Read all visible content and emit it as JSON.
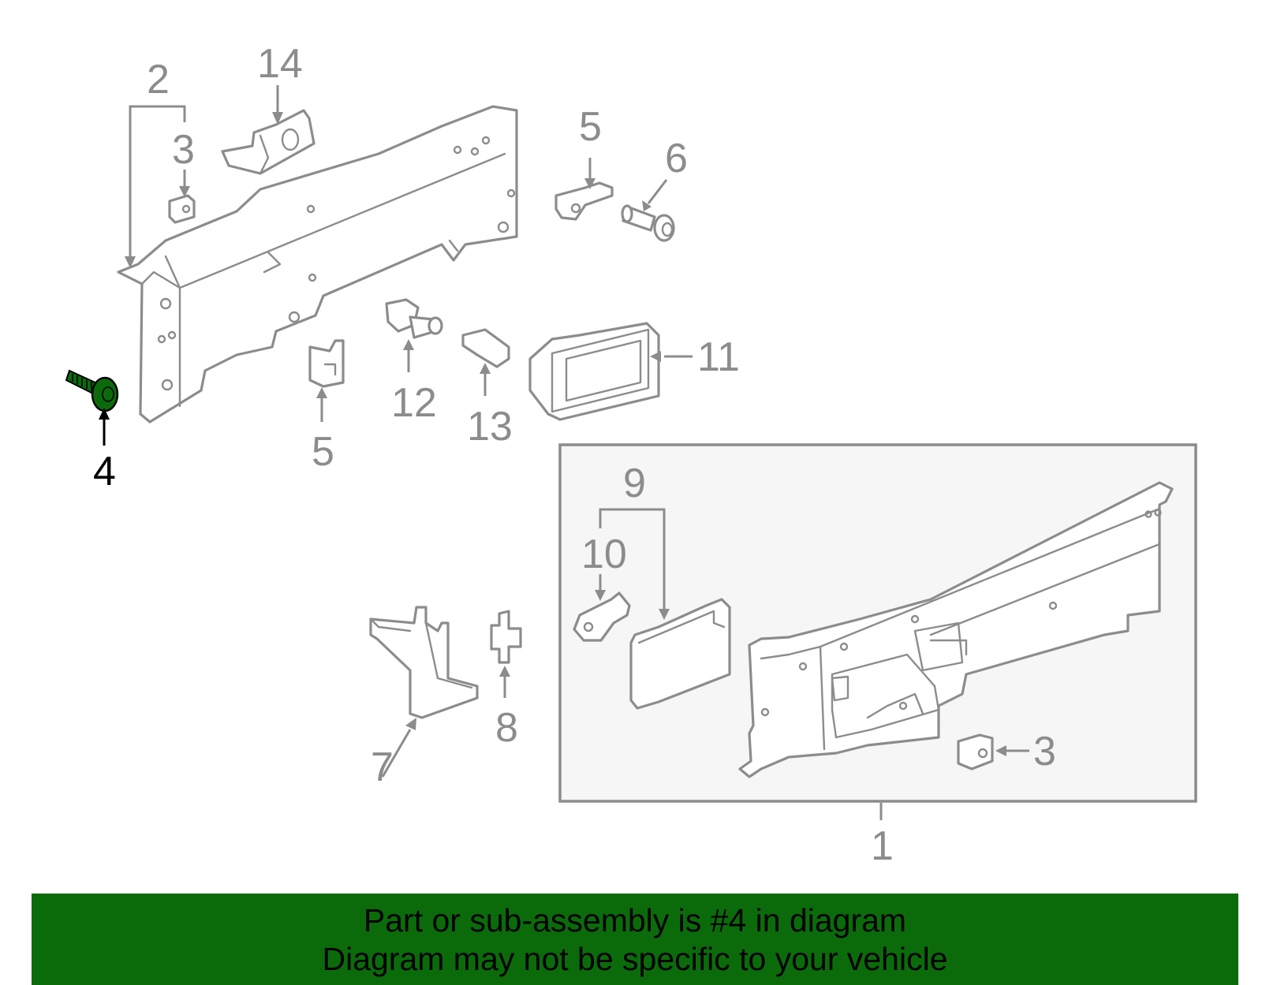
{
  "callouts": {
    "c1": "1",
    "c2": "2",
    "c3a": "3",
    "c3b": "3",
    "c4": "4",
    "c5a": "5",
    "c5b": "5",
    "c6": "6",
    "c7": "7",
    "c8": "8",
    "c9": "9",
    "c10": "10",
    "c11": "11",
    "c12": "12",
    "c13": "13",
    "c14": "14"
  },
  "highlight": {
    "callout": "4",
    "color": "#0b6b0b",
    "part_name": "bolt"
  },
  "banner": {
    "line1": "Part or sub-assembly is #4 in diagram",
    "line2": "Diagram may not be specific to your vehicle",
    "background": "#0b6b0b"
  },
  "colors": {
    "line_art": "#8c8c8c",
    "highlight_label": "#000000",
    "inset_background": "#f6f6f6"
  }
}
